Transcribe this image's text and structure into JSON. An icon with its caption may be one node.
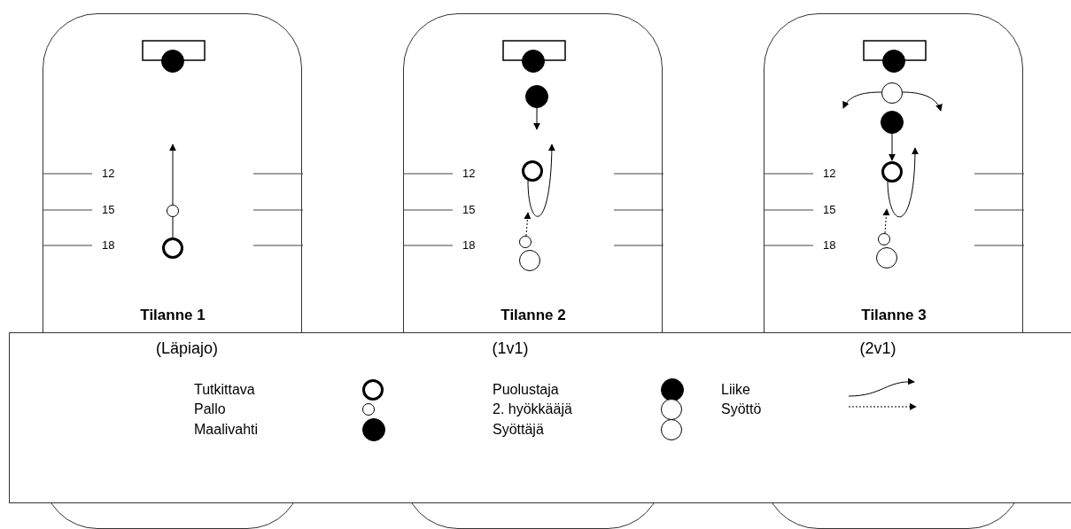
{
  "diagram": {
    "nodes": [
      {
        "text": [
          "Tilanne 1"
        ],
        "beside": [
          "(Läpiajo)"
        ]
      },
      {
        "text": [],
        "shape": "circle",
        "in": 0
      },
      {
        "text": [],
        "shape": "circle",
        "in": 0
      },
      {
        "text": [],
        "shape": "circle",
        "in": 0
      },
      {
        "text": [
          "Tilanne 2"
        ],
        "beside": [
          "(1v1)"
        ]
      },
      {
        "text": [],
        "shape": "circle",
        "in": 4
      },
      {
        "text": [],
        "shape": "circle",
        "in": 4
      },
      {
        "text": [],
        "shape": "circle",
        "in": 4
      },
      {
        "text": [],
        "shape": "circle",
        "in": 4
      },
      {
        "text": [],
        "shape": "circle",
        "in": 4
      },
      {
        "text": [
          "Tilanne 3"
        ],
        "beside": [
          "(2v1)"
        ]
      },
      {
        "text": [],
        "shape": "circle",
        "in": 10
      },
      {
        "text": [],
        "shape": "circle",
        "in": 10
      },
      {
        "text": [],
        "shape": "circle",
        "in": 10
      },
      {
        "text": [],
        "shape": "circle",
        "in": 10
      },
      {
        "text": [],
        "shape": "circle",
        "in": 10
      },
      {
        "text": [],
        "shape": "circle",
        "in": 10
      }
    ],
    "edges": [
      {
        "from": 3,
        "to": null,
        "arrow": "to"
      },
      {
        "from": 6,
        "to": null,
        "arrow": "to"
      },
      {
        "from": 7,
        "to": null,
        "arrow": "to"
      },
      {
        "from": 8,
        "to": null,
        "arrow": "to",
        "style": "dashed"
      },
      {
        "from": 12,
        "to": null,
        "arrow": "to"
      },
      {
        "from": 12,
        "to": null,
        "arrow": "to"
      },
      {
        "from": 13,
        "to": 14,
        "arrow": "to"
      },
      {
        "from": 14,
        "to": null,
        "arrow": "to"
      },
      {
        "from": 15,
        "to": null,
        "arrow": "to",
        "style": "dashed"
      }
    ],
    "labels": [
      "12",
      "15",
      "18",
      "12",
      "15",
      "18",
      "12",
      "15",
      "18"
    ],
    "legend": [
      {
        "text": "Tutkittava"
      },
      {
        "text": "Pallo"
      },
      {
        "text": "Maalivahti"
      },
      {
        "text": "Puolustaja"
      },
      {
        "text": "2. hyökkääjä"
      },
      {
        "text": "Syöttäjä"
      },
      {
        "text": "Liike"
      },
      {
        "text": "Syöttö"
      }
    ]
  }
}
